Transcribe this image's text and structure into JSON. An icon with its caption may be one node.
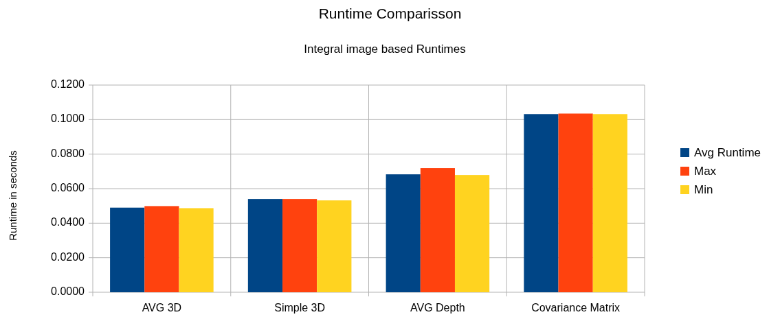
{
  "diagram": {
    "title": "Runtime Comparisson",
    "chart_data": {
      "type": "bar",
      "title": "Integral image based Runtimes",
      "ylabel": "Runtime in seconds",
      "categories": [
        "AVG 3D",
        "Simple 3D",
        "AVG Depth",
        "Covariance Matrix"
      ],
      "series": [
        {
          "name": "Avg Runtime",
          "color": "#004586",
          "values": [
            0.049,
            0.054,
            0.0683,
            0.1032
          ]
        },
        {
          "name": "Max",
          "color": "#ff420e",
          "values": [
            0.0499,
            0.054,
            0.0719,
            0.1035
          ]
        },
        {
          "name": "Min",
          "color": "#ffd320",
          "values": [
            0.0487,
            0.0532,
            0.0679,
            0.1032
          ]
        }
      ],
      "ylim": [
        0,
        0.12
      ],
      "yticks": [
        {
          "value": 0,
          "label": "0.0000"
        },
        {
          "value": 0.02,
          "label": "0.0200"
        },
        {
          "value": 0.04,
          "label": "0.0400"
        },
        {
          "value": 0.06,
          "label": "0.0600"
        },
        {
          "value": 0.08,
          "label": "0.0800"
        },
        {
          "value": 0.1,
          "label": "0.1000"
        },
        {
          "value": 0.12,
          "label": "0.1200"
        }
      ],
      "orientation": "vertical",
      "stacked": false,
      "grid": true,
      "legend": "right"
    }
  }
}
